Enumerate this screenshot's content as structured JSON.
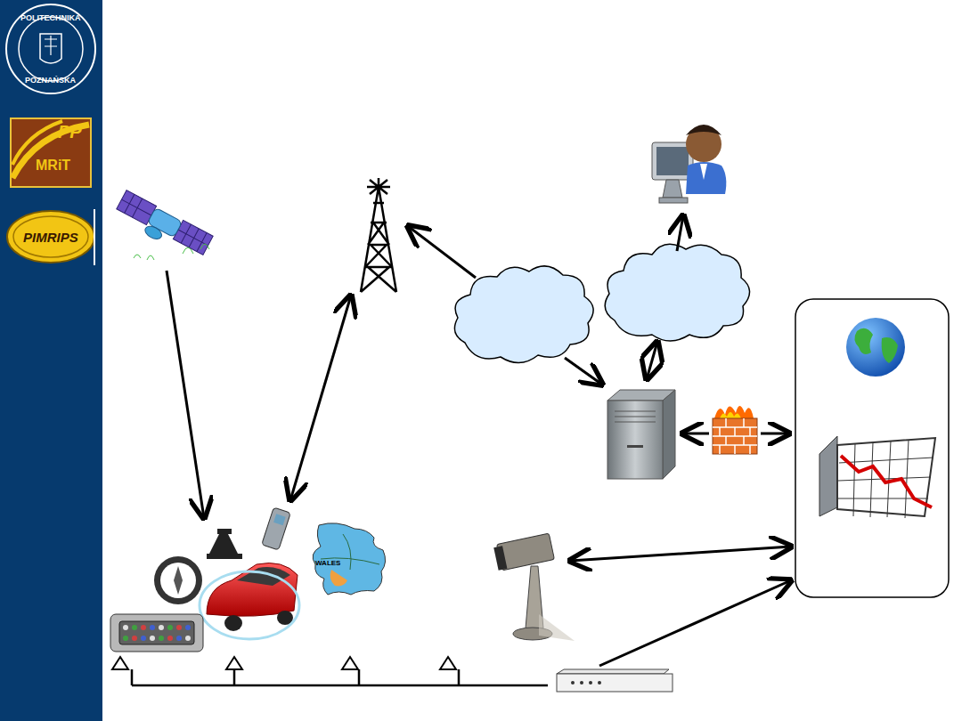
{
  "diagram": {
    "labels": [
      "POLITECHNIKA",
      "POZNAŃSKA",
      "PP",
      "MRiT",
      "PIMRIPS",
      "WALES"
    ]
  }
}
